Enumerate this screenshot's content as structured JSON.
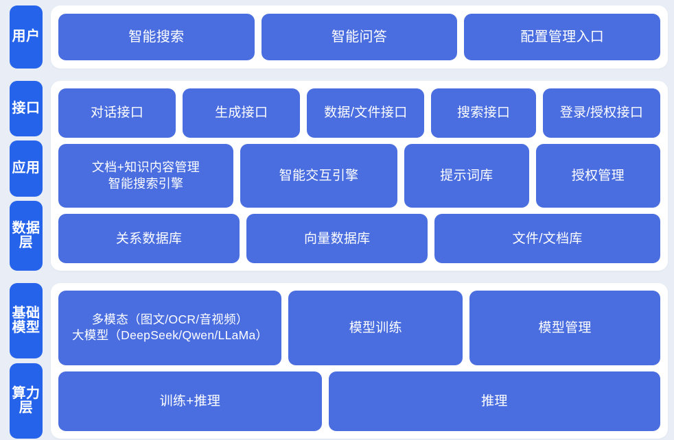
{
  "theme": {
    "page_background": "#e9eef6",
    "panel_background": "#ffffff",
    "badge_color": "#2563eb",
    "box_color": "#4a6ee0",
    "text_color": "#ffffff"
  },
  "diagram": {
    "type": "layered-architecture",
    "sections": [
      {
        "id": "users",
        "badges": [
          "用户"
        ],
        "rows": [
          {
            "boxes": [
              {
                "label": "智能搜索",
                "flex": 1
              },
              {
                "label": "智能问答",
                "flex": 1
              },
              {
                "label": "配置管理入口",
                "flex": 1
              }
            ]
          }
        ]
      },
      {
        "id": "platform",
        "badges": [
          "接口",
          "应用",
          "数据层"
        ],
        "rows": [
          {
            "boxes": [
              {
                "label": "对话接口",
                "flex": 100
              },
              {
                "label": "生成接口",
                "flex": 100
              },
              {
                "label": "数据/文件接口",
                "flex": 100
              },
              {
                "label": "搜索接口",
                "flex": 88
              },
              {
                "label": "登录/授权接口",
                "flex": 100
              }
            ]
          },
          {
            "boxes": [
              {
                "label": "文档+知识内容管理\n智能搜索引擎",
                "flex": 130,
                "style": "two-line"
              },
              {
                "label": "智能交互引擎",
                "flex": 116
              },
              {
                "label": "提示词库",
                "flex": 90
              },
              {
                "label": "授权管理",
                "flex": 90
              }
            ]
          },
          {
            "boxes": [
              {
                "label": "关系数据库",
                "flex": 100
              },
              {
                "label": "向量数据库",
                "flex": 100
              },
              {
                "label": "文件/文档库",
                "flex": 126
              }
            ]
          }
        ]
      },
      {
        "id": "foundation",
        "badges": [
          "基础模型",
          "算力层"
        ],
        "rows": [
          {
            "boxes": [
              {
                "label": "多模态（图文/OCR/音视频）\n大模型（DeepSeek/Qwen/LLaMa）",
                "flex": 130,
                "style": "mono-mix"
              },
              {
                "label": "模型训练",
                "flex": 100
              },
              {
                "label": "模型管理",
                "flex": 110
              }
            ]
          },
          {
            "boxes": [
              {
                "label": "训练+推理",
                "flex": 100
              },
              {
                "label": "推理",
                "flex": 127
              }
            ]
          }
        ]
      }
    ]
  }
}
